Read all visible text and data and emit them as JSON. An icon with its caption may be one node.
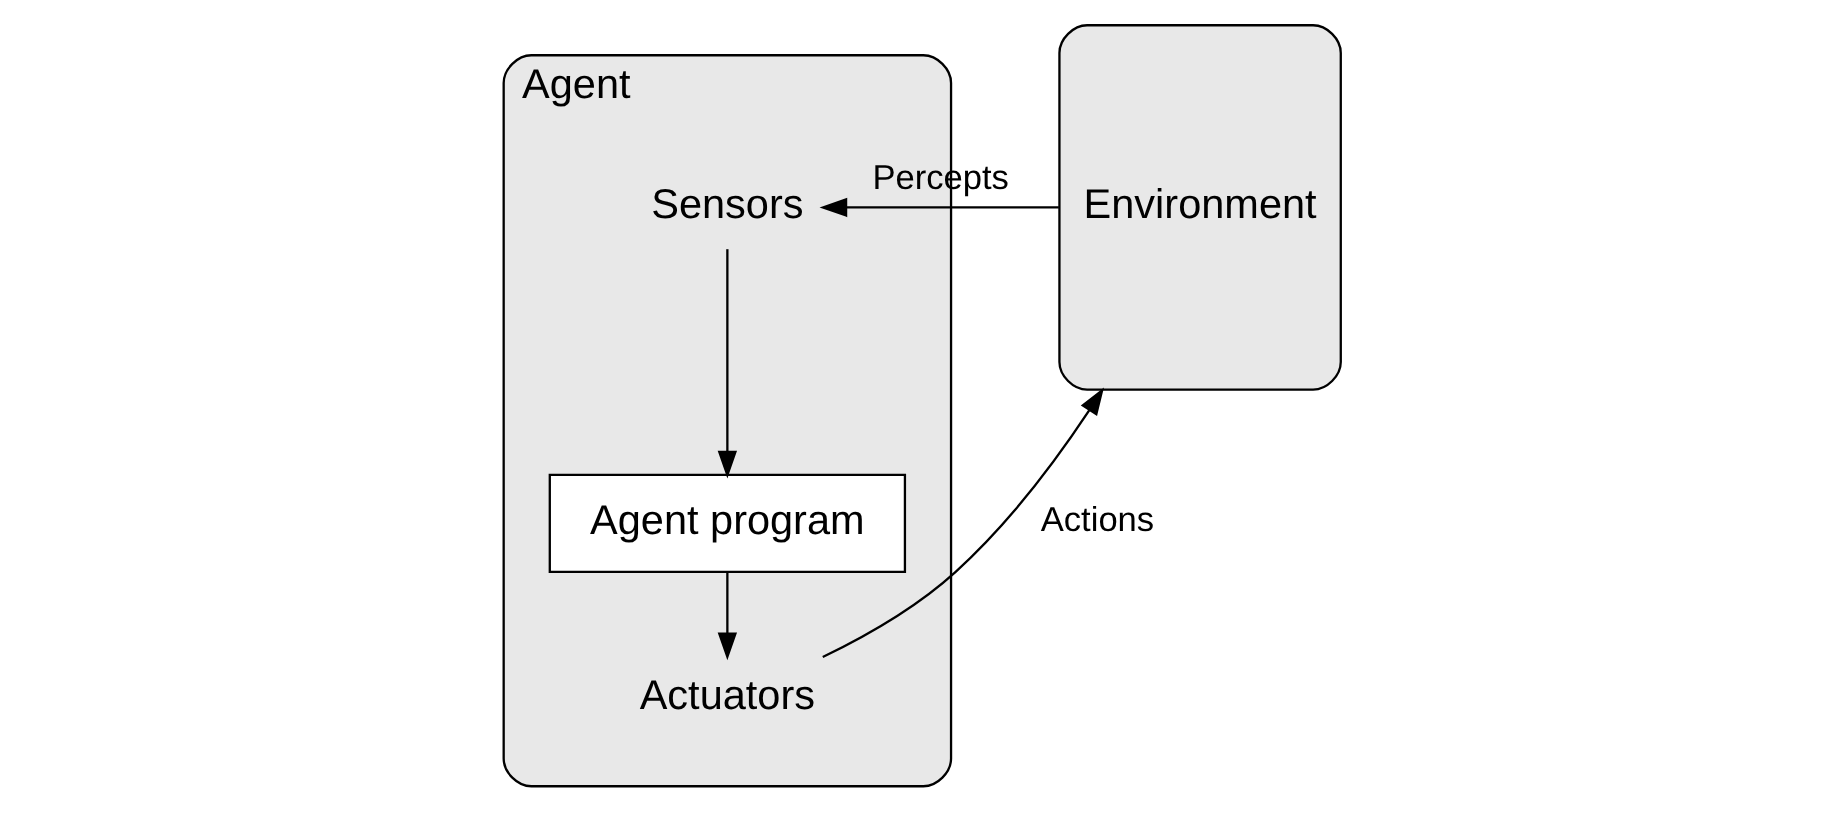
{
  "diagram": {
    "nodes": [
      {
        "text": [
          "Agent"
        ]
      },
      {
        "text": [
          "Sensors"
        ],
        "in": 0
      },
      {
        "text": [
          "Agent program"
        ],
        "in": 0
      },
      {
        "text": [
          "Actuators"
        ],
        "in": 0
      },
      {
        "text": [
          "Environment"
        ]
      }
    ],
    "edges": [
      {
        "from": 4,
        "to": 1,
        "arrow": "to",
        "label": "Percepts"
      },
      {
        "from": 1,
        "to": 2,
        "arrow": "to"
      },
      {
        "from": 2,
        "to": 3,
        "arrow": "to"
      },
      {
        "from": 3,
        "to": 4,
        "arrow": "to",
        "label": "Actions"
      }
    ]
  }
}
